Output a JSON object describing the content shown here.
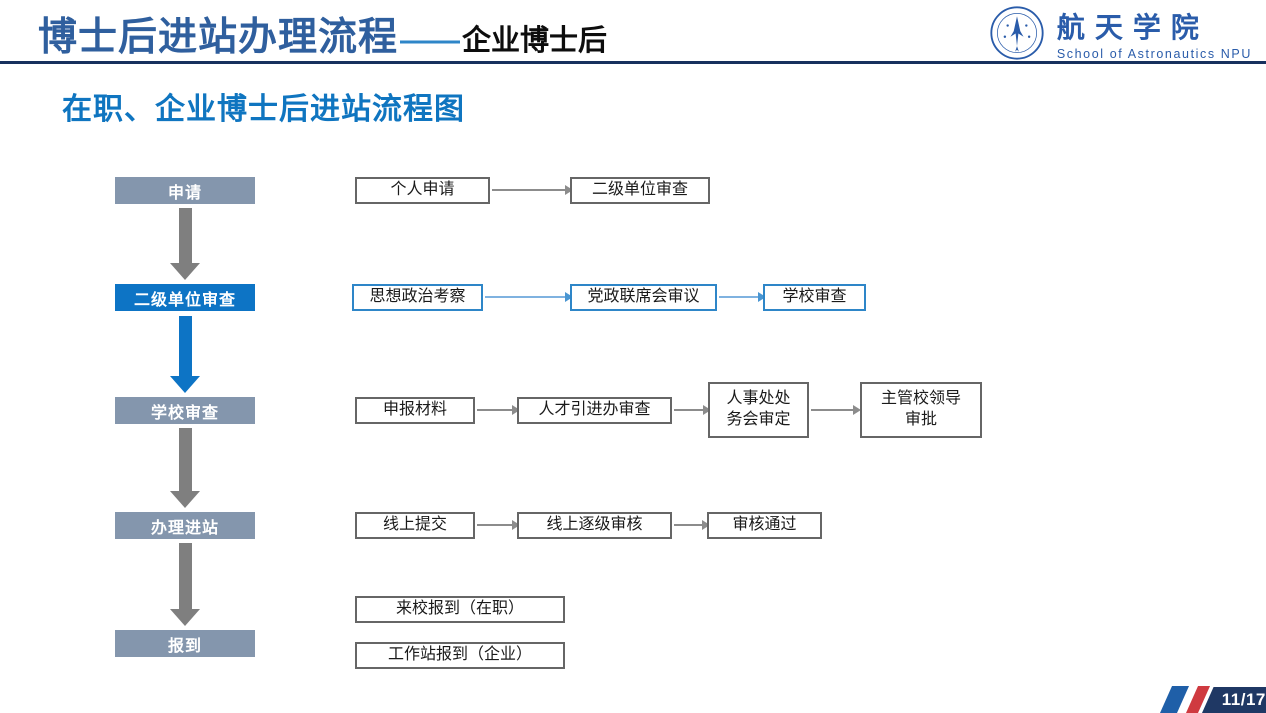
{
  "header": {
    "title_main": "博士后进站办理流程",
    "title_dash": "——",
    "title_sub": "企业博士后",
    "logo_cn": "航天学院",
    "logo_en": "School of Astronautics NPU"
  },
  "section_title": "在职、企业博士后进站流程图",
  "stages": [
    {
      "label": "申请",
      "highlight": false
    },
    {
      "label": "二级单位审查",
      "highlight": true
    },
    {
      "label": "学校审查",
      "highlight": false
    },
    {
      "label": "办理进站",
      "highlight": false
    },
    {
      "label": "报到",
      "highlight": false
    }
  ],
  "flow": {
    "row1": {
      "b1": "个人申请",
      "b2": "二级单位审查"
    },
    "row2": {
      "b1": "思想政治考察",
      "b2": "党政联席会审议",
      "b3": "学校审查"
    },
    "row3": {
      "b1": "申报材料",
      "b2": "人才引进办审查",
      "b3": "人事处处\n务会审定",
      "b4": "主管校领导\n审批"
    },
    "row4": {
      "b1": "线上提交",
      "b2": "线上逐级审核",
      "b3": "审核通过"
    },
    "row5": {
      "b1": "来校报到（在职）"
    },
    "row6": {
      "b1": "工作站报到（企业）"
    }
  },
  "footer": {
    "page": "11/17"
  },
  "icons": {
    "seal": "school-seal-icon"
  },
  "colors": {
    "title_blue": "#2f5f9e",
    "accent_blue": "#0f75c0",
    "stage_gray": "#8496ad",
    "stage_blue": "#0d74c5",
    "header_navy": "#17315e",
    "footer_navy": "#1f3864",
    "slash_red": "#cf3a40",
    "slash_blue": "#1f5fa8"
  }
}
